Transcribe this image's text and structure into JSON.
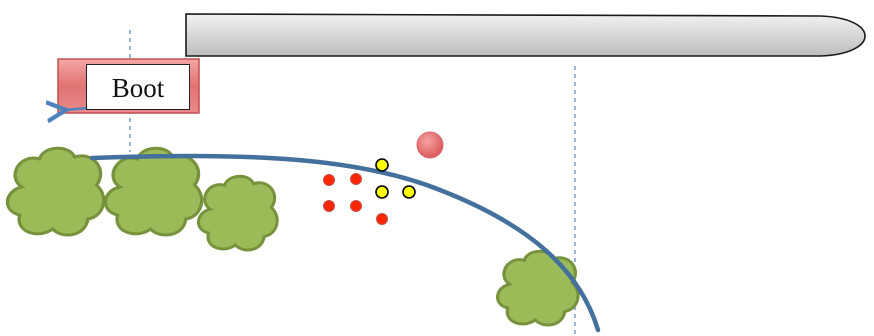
{
  "diagram": {
    "boot_label": "Boot",
    "colors": {
      "boat_fill_top": "#f2f2f2",
      "boat_fill_bottom": "#bdbdbd",
      "boat_stroke": "#1a1a1a",
      "boot_box": "#e07b7b",
      "boot_box_edge": "#c0504d",
      "path_line": "#44709d",
      "dashed_line": "#4f81bd",
      "arrow": "#4f81bd",
      "tree_fill": "#9bbb59",
      "tree_stroke": "#76923c",
      "red_dot": "#ff2600",
      "red_dot_stroke": "#c0504d",
      "yellow_dot": "#ffff00",
      "yellow_dot_stroke": "#000000",
      "ball": "#e46c6c"
    },
    "icons": [
      "boat-hull-shape",
      "tree-cloud-shape",
      "marker-dot",
      "ball"
    ]
  }
}
